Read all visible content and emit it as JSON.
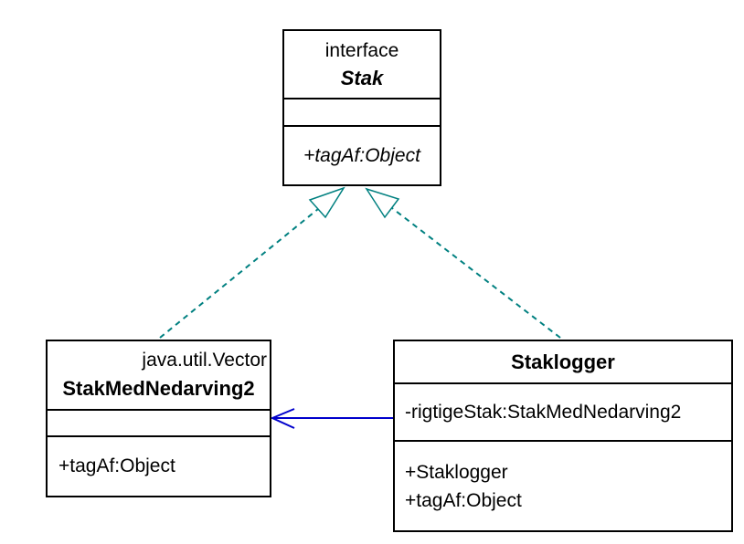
{
  "diagram": {
    "kind": "uml-class-diagram",
    "background": "#ffffff",
    "colors": {
      "box_border": "#000000",
      "text": "#000000",
      "realization_line": "#008080",
      "association_line": "#0000cc"
    }
  },
  "stak": {
    "stereotype": "interface",
    "name": "Stak",
    "attributes": [],
    "methods": [
      "+tagAf:Object"
    ]
  },
  "stakMedNedarving2": {
    "superclass_label": "java.util.Vector",
    "name": "StakMedNedarving2",
    "attributes": [],
    "methods": [
      "+tagAf:Object"
    ]
  },
  "staklogger": {
    "name": "Staklogger",
    "attributes": [
      "-rigtigeStak:StakMedNedarving2"
    ],
    "methods": [
      "+Staklogger",
      "+tagAf:Object"
    ]
  },
  "relationships": [
    {
      "kind": "realization",
      "from": "StakMedNedarving2",
      "to": "Stak",
      "line_style": "dashed",
      "arrowhead": "hollow-triangle",
      "color": "#008080"
    },
    {
      "kind": "realization",
      "from": "Staklogger",
      "to": "Stak",
      "line_style": "dashed",
      "arrowhead": "hollow-triangle",
      "color": "#008080"
    },
    {
      "kind": "association",
      "from": "Staklogger",
      "to": "StakMedNedarving2",
      "line_style": "solid",
      "arrowhead": "open",
      "color": "#0000cc"
    }
  ]
}
